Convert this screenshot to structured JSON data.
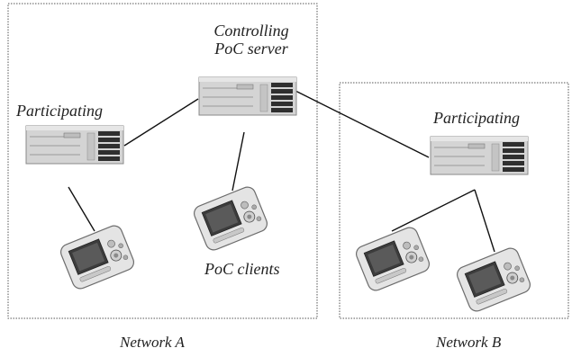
{
  "networks": {
    "a": {
      "label": "Network A"
    },
    "b": {
      "label": "Network B"
    }
  },
  "servers": {
    "controlling": {
      "label_line1": "Controlling",
      "label_line2": "PoC server"
    },
    "participating_a": {
      "label": "Participating"
    },
    "participating_b": {
      "label": "Participating"
    }
  },
  "clients": {
    "label": "PoC clients"
  },
  "colors": {
    "border": "#555555",
    "line": "#111111",
    "server_body": "#d6d6d6",
    "server_dark": "#333333",
    "phone_body": "#e4e4e4",
    "phone_screen": "#3a3a3a"
  },
  "icons": {
    "server": "server-icon",
    "client": "pda-icon"
  }
}
